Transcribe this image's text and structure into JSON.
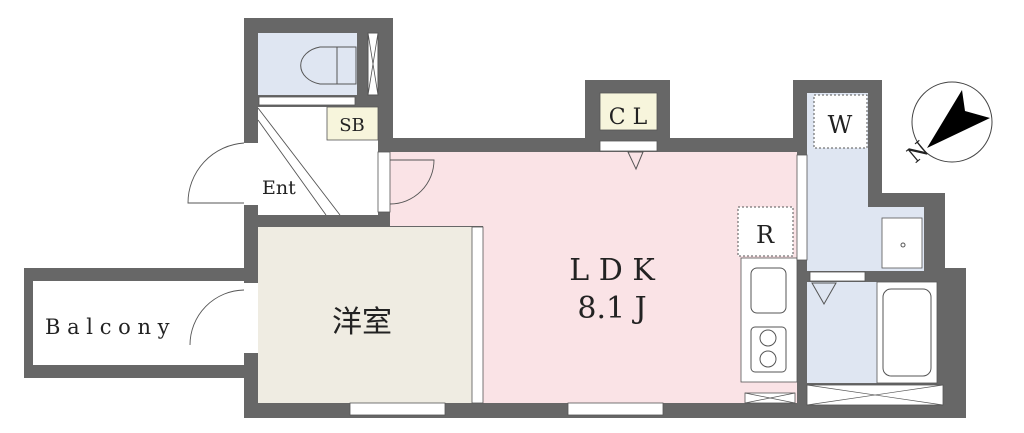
{
  "colors": {
    "wall": "#676767",
    "ldk": "#fae3e6",
    "western": "#efece2",
    "wet": "#dfe6f2",
    "storage": "#f7f5dc",
    "line": "#555555"
  },
  "rooms": {
    "ldk": {
      "name": "L D K",
      "size": "8.1 J"
    },
    "western": {
      "name": "洋室"
    },
    "entrance": {
      "name": "Ent"
    },
    "shoe_box": {
      "name": "SB"
    },
    "closet": {
      "name": "C L"
    },
    "washer": {
      "name": "W"
    },
    "fridge": {
      "name": "R"
    },
    "balcony": {
      "name": "B a l c o n y"
    }
  },
  "compass": {
    "label": "N"
  }
}
